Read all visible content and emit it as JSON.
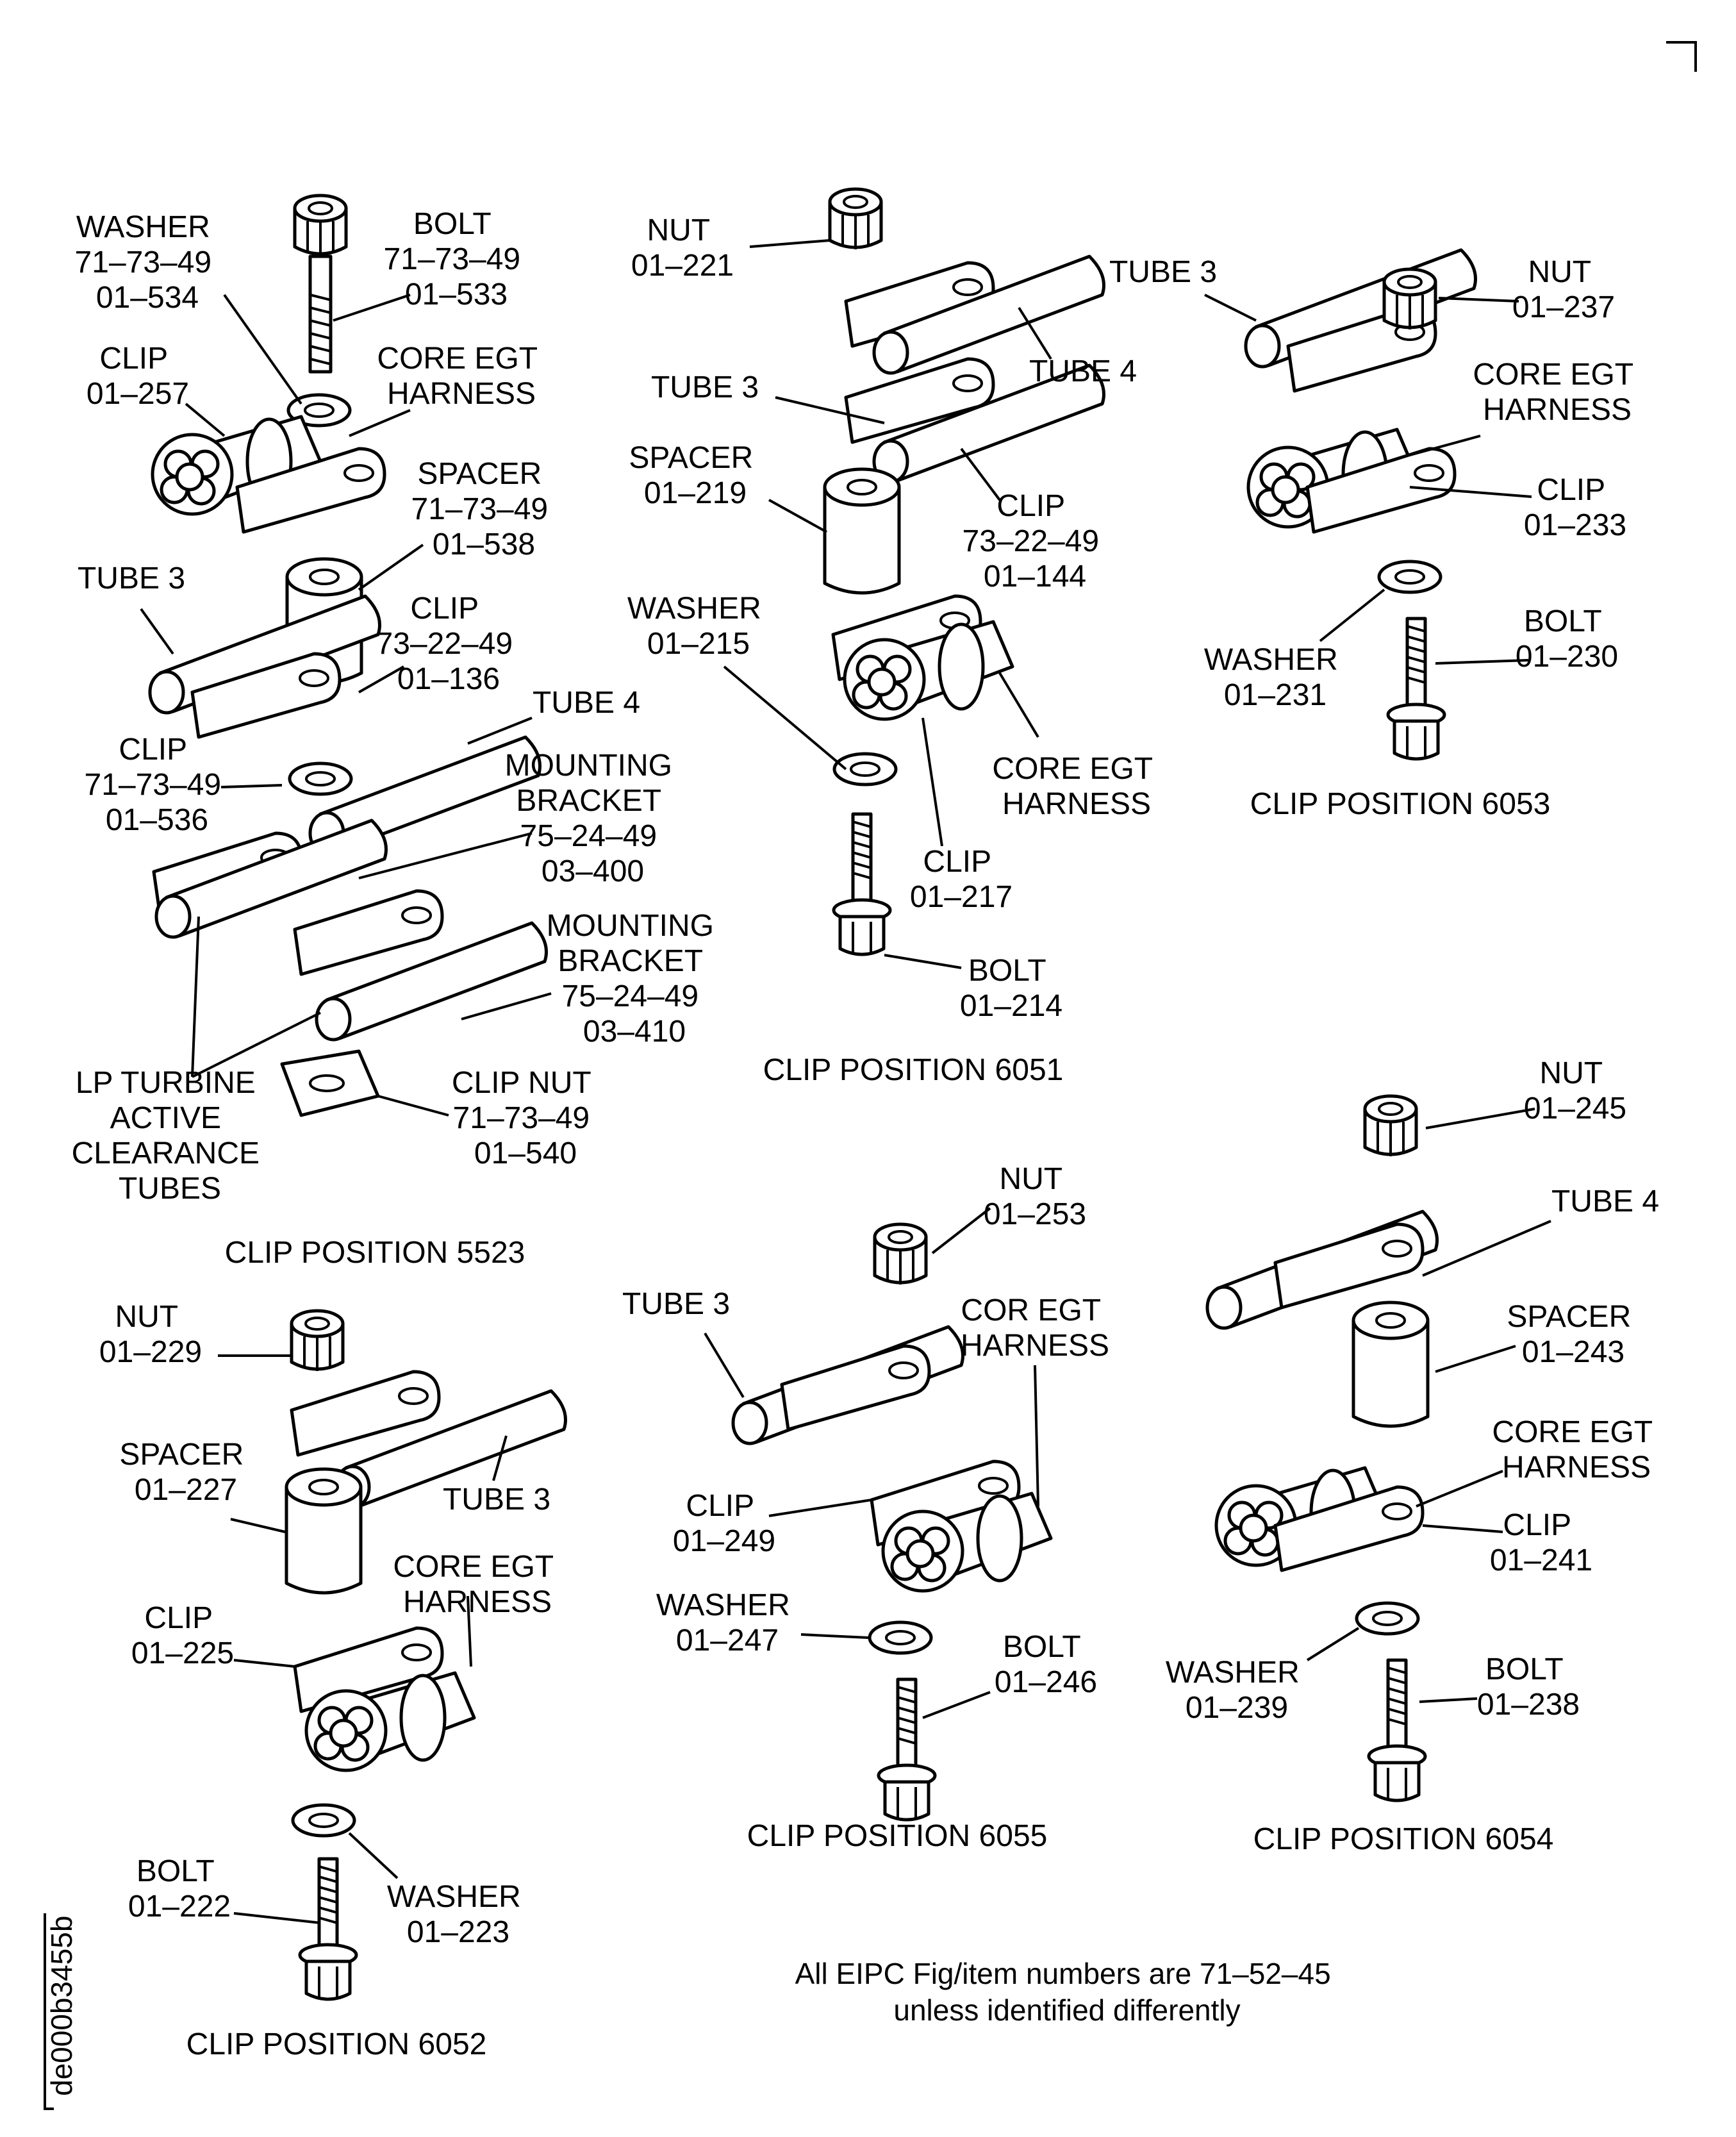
{
  "positions": {
    "p5523": {
      "caption": "CLIP POSITION 5523",
      "labels": [
        {
          "lines": [
            "WASHER",
            "71–73–49",
            "01–534"
          ]
        },
        {
          "lines": [
            "BOLT",
            "71–73–49",
            "01–533"
          ]
        },
        {
          "lines": [
            "CLIP",
            "01–257"
          ]
        },
        {
          "lines": [
            "CORE EGT",
            "HARNESS"
          ]
        },
        {
          "lines": [
            "SPACER",
            "71–73–49",
            "01–538"
          ]
        },
        {
          "lines": [
            "TUBE 3"
          ]
        },
        {
          "lines": [
            "CLIP",
            "73–22–49",
            "01–136"
          ]
        },
        {
          "lines": [
            "TUBE 4"
          ]
        },
        {
          "lines": [
            "CLIP",
            "71–73–49",
            "01–536"
          ]
        },
        {
          "lines": [
            "MOUNTING",
            "BRACKET",
            "75–24–49",
            "03–400"
          ]
        },
        {
          "lines": [
            "MOUNTING",
            "BRACKET",
            "75–24–49",
            "03–410"
          ]
        },
        {
          "lines": [
            "LP TURBINE",
            "ACTIVE",
            "CLEARANCE",
            "TUBES"
          ]
        },
        {
          "lines": [
            "CLIP NUT",
            "71–73–49",
            "01–540"
          ]
        }
      ]
    },
    "p6051": {
      "caption": "CLIP POSITION 6051",
      "labels": [
        {
          "lines": [
            "NUT",
            "01–221"
          ]
        },
        {
          "lines": [
            "TUBE 4"
          ]
        },
        {
          "lines": [
            "TUBE 3"
          ]
        },
        {
          "lines": [
            "SPACER",
            "01–219"
          ]
        },
        {
          "lines": [
            "CLIP",
            "73–22–49",
            "01–144"
          ]
        },
        {
          "lines": [
            "WASHER",
            "01–215"
          ]
        },
        {
          "lines": [
            "CORE EGT",
            "HARNESS"
          ]
        },
        {
          "lines": [
            "CLIP",
            "01–217"
          ]
        },
        {
          "lines": [
            "BOLT",
            "01–214"
          ]
        }
      ]
    },
    "p6053": {
      "caption": "CLIP POSITION 6053",
      "labels": [
        {
          "lines": [
            "TUBE 3"
          ]
        },
        {
          "lines": [
            "NUT",
            "01–237"
          ]
        },
        {
          "lines": [
            "CORE EGT",
            "HARNESS"
          ]
        },
        {
          "lines": [
            "CLIP",
            "01–233"
          ]
        },
        {
          "lines": [
            "BOLT",
            "01–230"
          ]
        },
        {
          "lines": [
            "WASHER",
            "01–231"
          ]
        }
      ]
    },
    "p6052": {
      "caption": "CLIP POSITION 6052",
      "labels": [
        {
          "lines": [
            "NUT",
            "01–229"
          ]
        },
        {
          "lines": [
            "SPACER",
            "01–227"
          ]
        },
        {
          "lines": [
            "TUBE 3"
          ]
        },
        {
          "lines": [
            "CORE EGT",
            "HARNESS"
          ]
        },
        {
          "lines": [
            "CLIP",
            "01–225"
          ]
        },
        {
          "lines": [
            "BOLT",
            "01–222"
          ]
        },
        {
          "lines": [
            "WASHER",
            "01–223"
          ]
        }
      ]
    },
    "p6055": {
      "caption": "CLIP POSITION 6055",
      "labels": [
        {
          "lines": [
            "NUT",
            "01–253"
          ]
        },
        {
          "lines": [
            "TUBE 3"
          ]
        },
        {
          "lines": [
            "COR EGT",
            "HARNESS"
          ]
        },
        {
          "lines": [
            "CLIP",
            "01–249"
          ]
        },
        {
          "lines": [
            "WASHER",
            "01–247"
          ]
        },
        {
          "lines": [
            "BOLT",
            "01–246"
          ]
        }
      ]
    },
    "p6054": {
      "caption": "CLIP POSITION 6054",
      "labels": [
        {
          "lines": [
            "NUT",
            "01–245"
          ]
        },
        {
          "lines": [
            "TUBE 4"
          ]
        },
        {
          "lines": [
            "SPACER",
            "01–243"
          ]
        },
        {
          "lines": [
            "CORE EGT",
            "HARNESS"
          ]
        },
        {
          "lines": [
            "CLIP",
            "01–241"
          ]
        },
        {
          "lines": [
            "WASHER",
            "01–239"
          ]
        },
        {
          "lines": [
            "BOLT",
            "01–238"
          ]
        }
      ]
    }
  },
  "footnote": [
    "All EIPC Fig/item numbers are 71–52–45",
    "unless identified differently"
  ],
  "drawing_id": "de000b3455b"
}
